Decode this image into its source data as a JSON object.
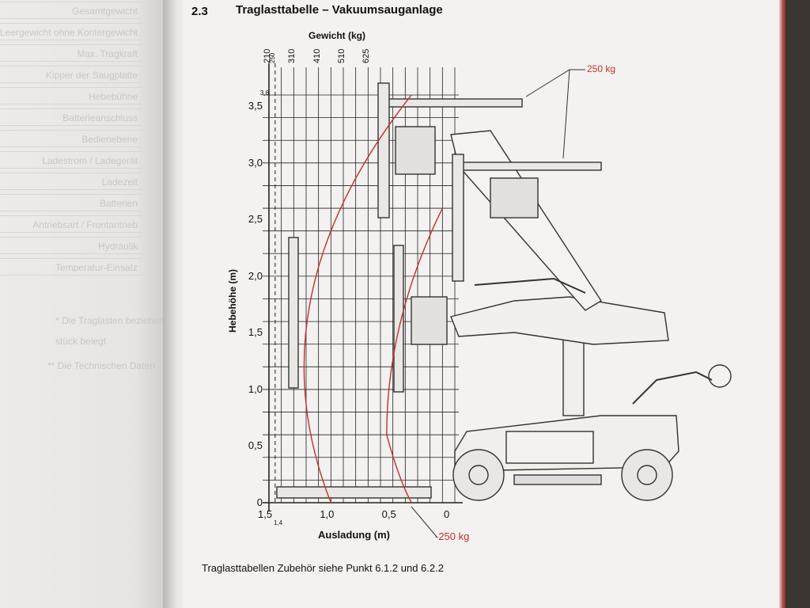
{
  "left_page": {
    "ghost_rows": [
      "Gesamtgewicht",
      "Leergewicht ohne Kontergewicht",
      "Max. Tragkraft",
      "Kipper der Saugplatte",
      "Hebebühne",
      "Batterieanschluss",
      "Bedienebene",
      "Ladestrom / Ladegerät",
      "Ladezeit",
      "Batterien",
      "Antriebsart / Frontantrieb",
      "Hydraulik",
      "Temperatur-Einsatz"
    ],
    "notes": [
      "* Die Traglasten beziehen sich auf einen",
      "stück belegt",
      "** Die Technischen Daten"
    ]
  },
  "header": {
    "number": "2.3",
    "title": "Traglasttabelle – Vakuumsauganlage"
  },
  "caption": "Traglasttabellen Zubehör siehe Punkt 6.1.2 und 6.2.2",
  "annotations": {
    "top_load": "250 kg",
    "bottom_load": "-250 kg"
  },
  "chart_data": {
    "type": "diagram",
    "title": "",
    "xlabel": "Ausladung (m)",
    "ylabel": "Hebehöhe (m)",
    "top_label": "Gewicht (kg)",
    "x_ticks": [
      "1,5",
      "1,0",
      "0,5",
      "0"
    ],
    "x_sub_tick": "1,4",
    "y_ticks": [
      "0",
      "0,5",
      "1,0",
      "1,5",
      "2,0",
      "2,5",
      "3,0",
      "3,5"
    ],
    "y_sub_tick": "3,6",
    "weight_ticks": [
      "210",
      "250",
      "310",
      "410",
      "510",
      "625"
    ],
    "xlim": [
      1.5,
      0
    ],
    "ylim": [
      0,
      3.6
    ],
    "grid": true,
    "curve_color": "#c4302e"
  }
}
